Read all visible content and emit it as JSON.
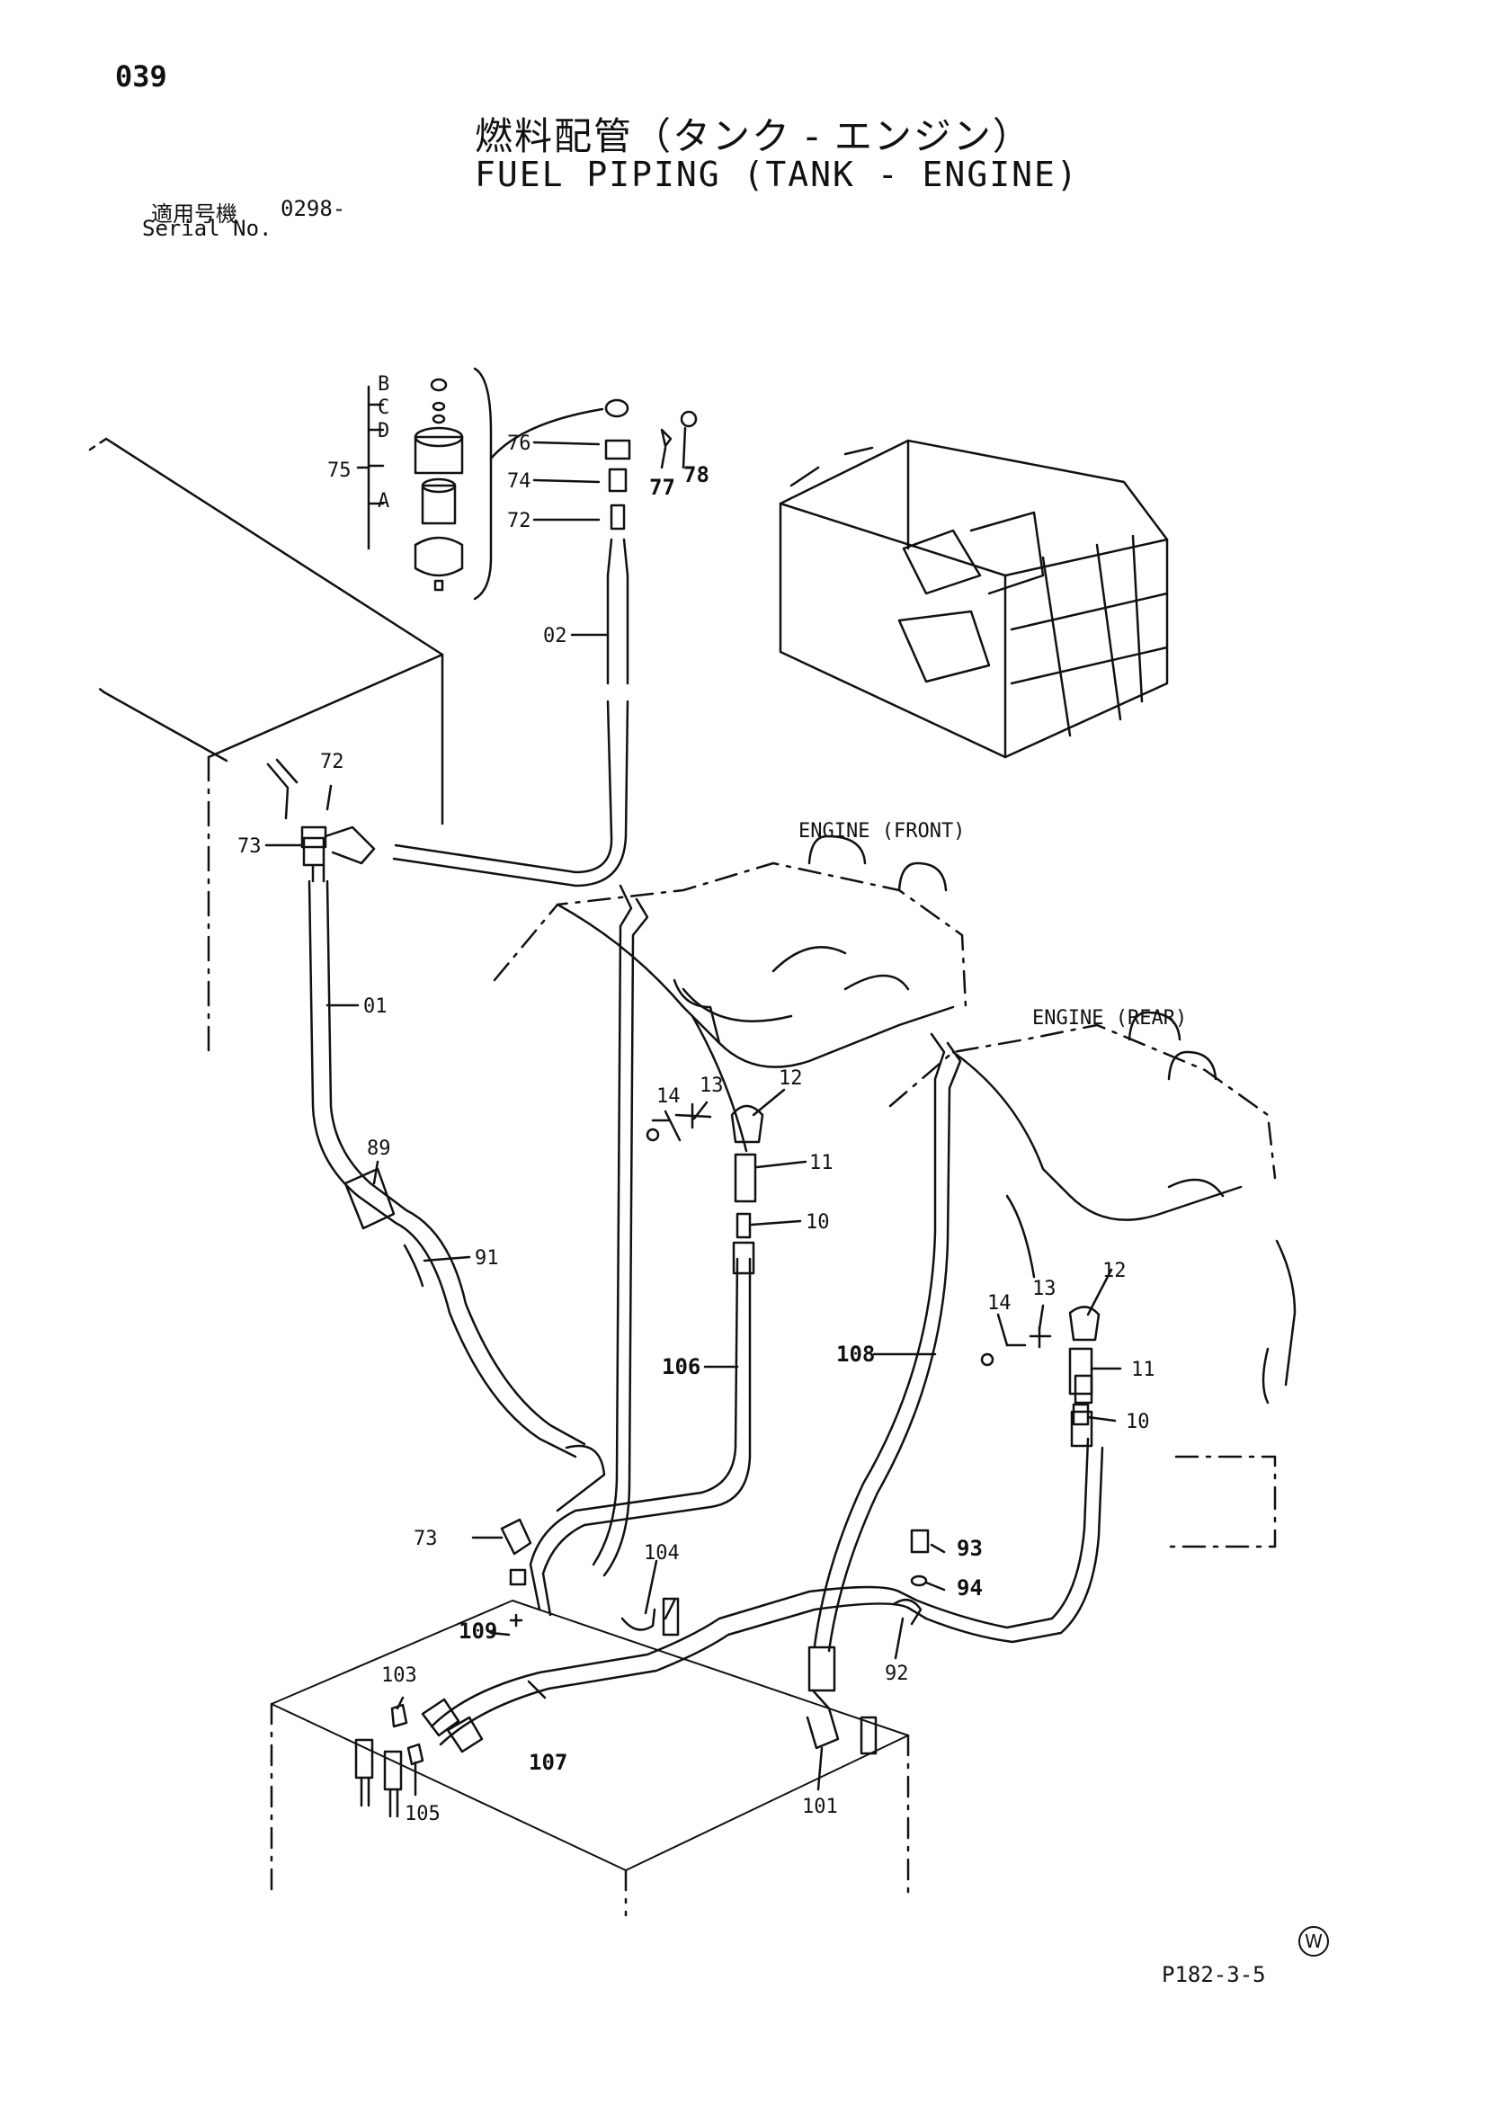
{
  "header": {
    "page_number": "039",
    "title_ja": "燃料配管（タンク - エンジン）",
    "title_en": "FUEL PIPING (TANK - ENGINE)",
    "serial_label_ja": "適用号機",
    "serial_value": "0298-",
    "serial_label_en": "Serial No."
  },
  "engine_labels": {
    "front": "ENGINE (FRONT)",
    "rear": "ENGINE (REAR)"
  },
  "callouts": {
    "B": "B",
    "C": "C",
    "D": "D",
    "A": "A",
    "p75": "75",
    "p76": "76",
    "p74": "74",
    "p72_top": "72",
    "p77": "77",
    "p78": "78",
    "p02": "02",
    "p72": "72",
    "p73_top": "73",
    "p01": "01",
    "p89": "89",
    "p91": "91",
    "p14_front": "14",
    "p13_front": "13",
    "p12_front": "12",
    "p11_front": "11",
    "p10_front": "10",
    "p106": "106",
    "p108": "108",
    "p14_rear": "14",
    "p13_rear": "13",
    "p12_rear": "12",
    "p11_rear": "11",
    "p10_rear": "10",
    "p73_bottom": "73",
    "p104": "104",
    "p109": "109",
    "p103": "103",
    "p107": "107",
    "p105": "105",
    "p93": "93",
    "p94": "94",
    "p92": "92",
    "p101": "101"
  },
  "footer": {
    "drawing_code": "P182-3-5",
    "mark": "W"
  }
}
